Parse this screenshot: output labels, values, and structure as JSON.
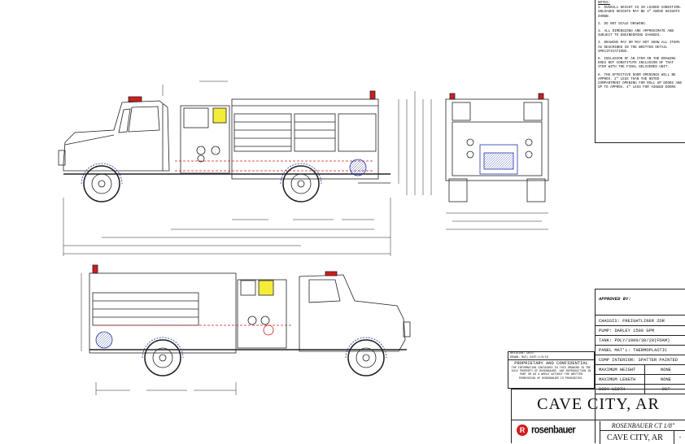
{
  "notes": {
    "header": "NOTES:",
    "items": [
      "1. OVERALL HEIGHT IS IN LOADED CONDITION. UNLOADED HEIGHTS MAY BE 4\" ABOVE HEIGHTS SHOWN.",
      "2. DO NOT SCALE DRAWING.",
      "3. ALL DIMENSIONS ARE APPROXIMATE AND SUBJECT TO ENGINEERING CHANGES.",
      "4. DRAWING MAY OR MAY NOT SHOW ALL ITEMS AS DESCRIBED IN THE WRITTEN DETAIL SPECIFICATIONS.",
      "5. INCLUSION OF AN ITEM ON THE DRAWING DOES NOT CONSTITUTE INCLUSION OF THAT ITEM WITH THE FINAL DELIVERED UNIT.",
      "6. THE EFFECTIVE DOOR OPENINGS WILL BE APPROX. 2\" LESS THAN THE NOTED COMPARTMENT OPENING FOR ROLL UP DOORS AND UP TO APPROX. 4\" LESS FOR HINGED DOORS"
    ]
  },
  "title_block": {
    "approved_by": "APPROVED BY:",
    "specs": [
      {
        "label": "CHASSIS:",
        "value": "FREIGHTLINER 2DR"
      },
      {
        "label": "PUMP:",
        "value": "DARLEY 1500 GPM"
      },
      {
        "label": "TANK:",
        "value": "POLY/1000/30/20(FOAM)"
      },
      {
        "label": "PANEL MAT'L:",
        "value": "THERMOPLASTIC"
      },
      {
        "label": "COMP INTERIOR:",
        "value": "SPATTER PAINTED"
      }
    ],
    "dims": [
      {
        "label": "MAXIMUM HEIGHT",
        "value": "NONE"
      },
      {
        "label": "MAXIMUM LENGTH",
        "value": "NONE"
      },
      {
        "label": "BODY WIDTH",
        "value": "98\""
      }
    ],
    "customer": "CAVE CITY, AR",
    "brand": "rosenbauer",
    "model_scale": "ROSENBAUER CT 1/8\"",
    "customer_small": "CAVE CITY, AR",
    "sheet": "-"
  },
  "revision": {
    "line1": "REVISION:      DATE:",
    "line2": "DRAWN: BVZ| DATE:1/6/16"
  },
  "proprietary": {
    "heading": "PROPRIETARY AND CONFIDENTIAL",
    "text": "THE INFORMATION CONTAINED IN THIS DRAWING IS THE SOLE PROPERTY OF ROSENBAUER. ANY REPRODUCTION IN PART OR AS A WHOLE WITHOUT THE WRITTEN PERMISSION OF ROSENBAUER IS PROHIBITED."
  },
  "colors": {
    "line": "#222222",
    "dim": "#2233aa",
    "red": "#d21c1c",
    "yellow": "#f5ec3a"
  }
}
